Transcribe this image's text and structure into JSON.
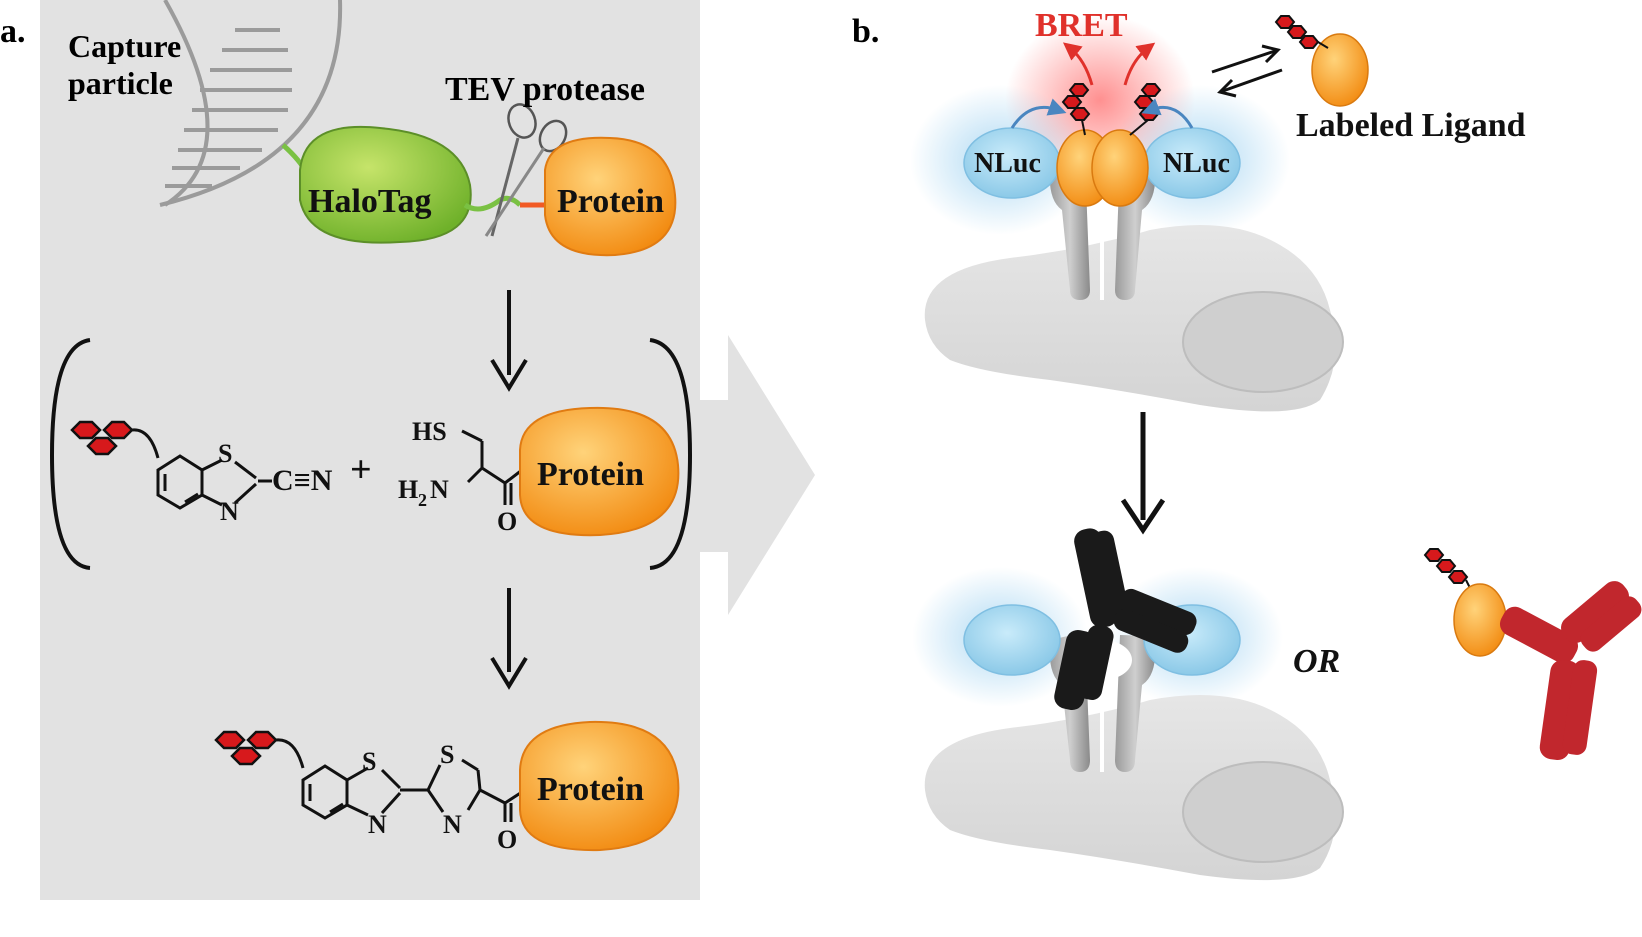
{
  "panel_a": {
    "label": "a.",
    "capture_line1": "Capture",
    "capture_line2": "particle",
    "tev": "TEV protease",
    "halotag": "HaloTag",
    "protein1": "Protein",
    "cn": "C≡N",
    "plus": "+",
    "s1": "S",
    "n1": "N",
    "hs": "HS",
    "h2": "H",
    "h2_sub": "2",
    "h2n": "N",
    "o1": "O",
    "protein2": "Protein",
    "s2": "S",
    "n2": "N",
    "s3": "S",
    "n3": "N",
    "o2": "O",
    "protein3": "Protein"
  },
  "panel_b": {
    "label": "b.",
    "bret": "BRET",
    "labeled_ligand": "Labeled Ligand",
    "nluc_left": "NLuc",
    "nluc_right": "NLuc",
    "or": "OR"
  },
  "colors": {
    "panel_bg": "#e2e2e2",
    "halotag_green": "#8cc63f",
    "protein_orange": "#f7931e",
    "nluc_blue": "#9fd4ee",
    "bret_red": "#e0312b",
    "fluor_red": "#d7191c",
    "antibody_black": "#1a1a1a",
    "antibody_red": "#c1272d",
    "cell_grey": "#dcdcdc"
  }
}
